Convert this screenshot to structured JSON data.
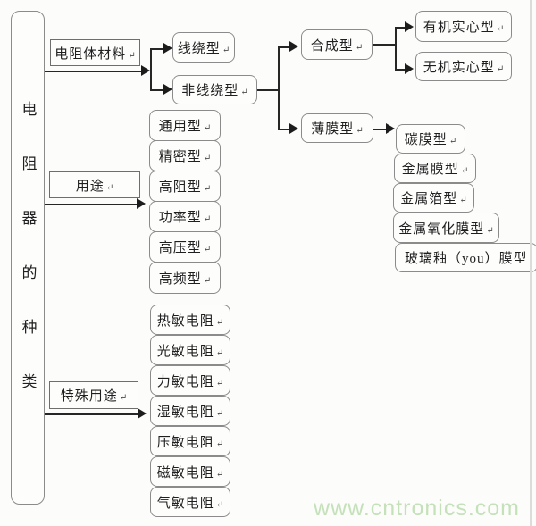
{
  "trunk": {
    "label": "电阻器的种类"
  },
  "marks": {
    "ret": "↵"
  },
  "branches": {
    "material": {
      "label": "电阻体材料",
      "children": {
        "wirewound": {
          "label": "线绕型"
        },
        "nonwirewound": {
          "label": "非线绕型",
          "children": {
            "synthetic": {
              "label": "合成型",
              "children": {
                "organic_solid": {
                  "label": "有机实心型"
                },
                "inorganic_solid": {
                  "label": "无机实心型"
                }
              }
            },
            "thin_film": {
              "label": "薄膜型",
              "children": {
                "carbon_film": {
                  "label": "碳膜型"
                },
                "metal_film": {
                  "label": "金属膜型"
                },
                "metal_foil": {
                  "label": "金属箔型"
                },
                "metal_oxide_film": {
                  "label": "金属氧化膜型"
                },
                "glass_glaze_film": {
                  "label": "玻璃釉（you）膜型"
                }
              }
            }
          }
        }
      }
    },
    "usage": {
      "label": "用途",
      "children": {
        "general": {
          "label": "通用型"
        },
        "precision": {
          "label": "精密型"
        },
        "high_resistance": {
          "label": "高阻型"
        },
        "power": {
          "label": "功率型"
        },
        "high_voltage": {
          "label": "高压型"
        },
        "high_frequency": {
          "label": "高频型"
        }
      }
    },
    "special": {
      "label": "特殊用途",
      "children": {
        "thermistor": {
          "label": "热敏电阻"
        },
        "photoresistor": {
          "label": "光敏电阻"
        },
        "force_sensitive": {
          "label": "力敏电阻"
        },
        "humidity_sensitive": {
          "label": "湿敏电阻"
        },
        "varistor": {
          "label": "压敏电阻"
        },
        "magnetoresistor": {
          "label": "磁敏电阻"
        },
        "gas_sensitive": {
          "label": "气敏电阻"
        }
      }
    }
  },
  "watermark": {
    "text": "www.cntronics.com",
    "color": "#c4e1ba"
  },
  "colors": {
    "line": "#262626",
    "box_border": "#8b8b8b",
    "branch_border": "#6e6e6e",
    "background": "#fcfcfa"
  }
}
